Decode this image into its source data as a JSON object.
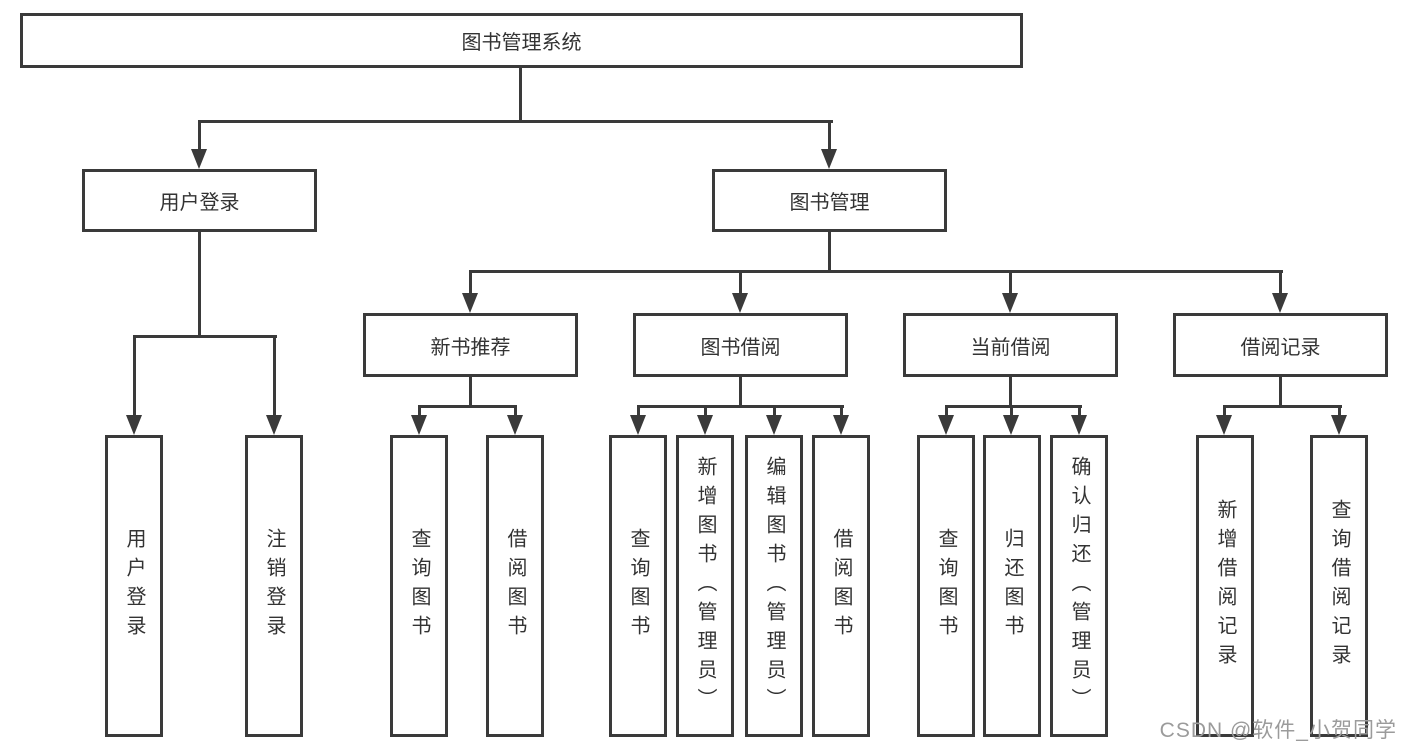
{
  "diagram": {
    "type": "hierarchy-tree",
    "title": "图书管理系统",
    "colors": {
      "line": "#3a3a3a",
      "box_background": "#ffffff",
      "text": "#333333",
      "watermark": "#9b9b9b"
    },
    "watermark": "CSDN @软件_小贺同学"
  },
  "nodes": {
    "root": {
      "label": "图书管理系统"
    },
    "level2": [
      {
        "label": "用户登录"
      },
      {
        "label": "图书管理"
      }
    ],
    "level3": [
      {
        "label": "新书推荐"
      },
      {
        "label": "图书借阅"
      },
      {
        "label": "当前借阅"
      },
      {
        "label": "借阅记录"
      }
    ],
    "leaves": [
      {
        "label": "用户登录"
      },
      {
        "label": "注销登录"
      },
      {
        "label": "查询图书"
      },
      {
        "label": "借阅图书"
      },
      {
        "label": "查询图书"
      },
      {
        "label": "新增图书（管理员）"
      },
      {
        "label": "编辑图书（管理员）"
      },
      {
        "label": "借阅图书"
      },
      {
        "label": "查询图书"
      },
      {
        "label": "归还图书"
      },
      {
        "label": "确认归还（管理员）"
      },
      {
        "label": "新增借阅记录"
      },
      {
        "label": "查询借阅记录"
      }
    ]
  },
  "hierarchy": {
    "图书管理系统": {
      "用户登录": [
        "用户登录",
        "注销登录"
      ],
      "图书管理": {
        "新书推荐": [
          "查询图书",
          "借阅图书"
        ],
        "图书借阅": [
          "查询图书",
          "新增图书（管理员）",
          "编辑图书（管理员）",
          "借阅图书"
        ],
        "当前借阅": [
          "查询图书",
          "归还图书",
          "确认归还（管理员）"
        ],
        "借阅记录": [
          "新增借阅记录",
          "查询借阅记录"
        ]
      }
    }
  }
}
